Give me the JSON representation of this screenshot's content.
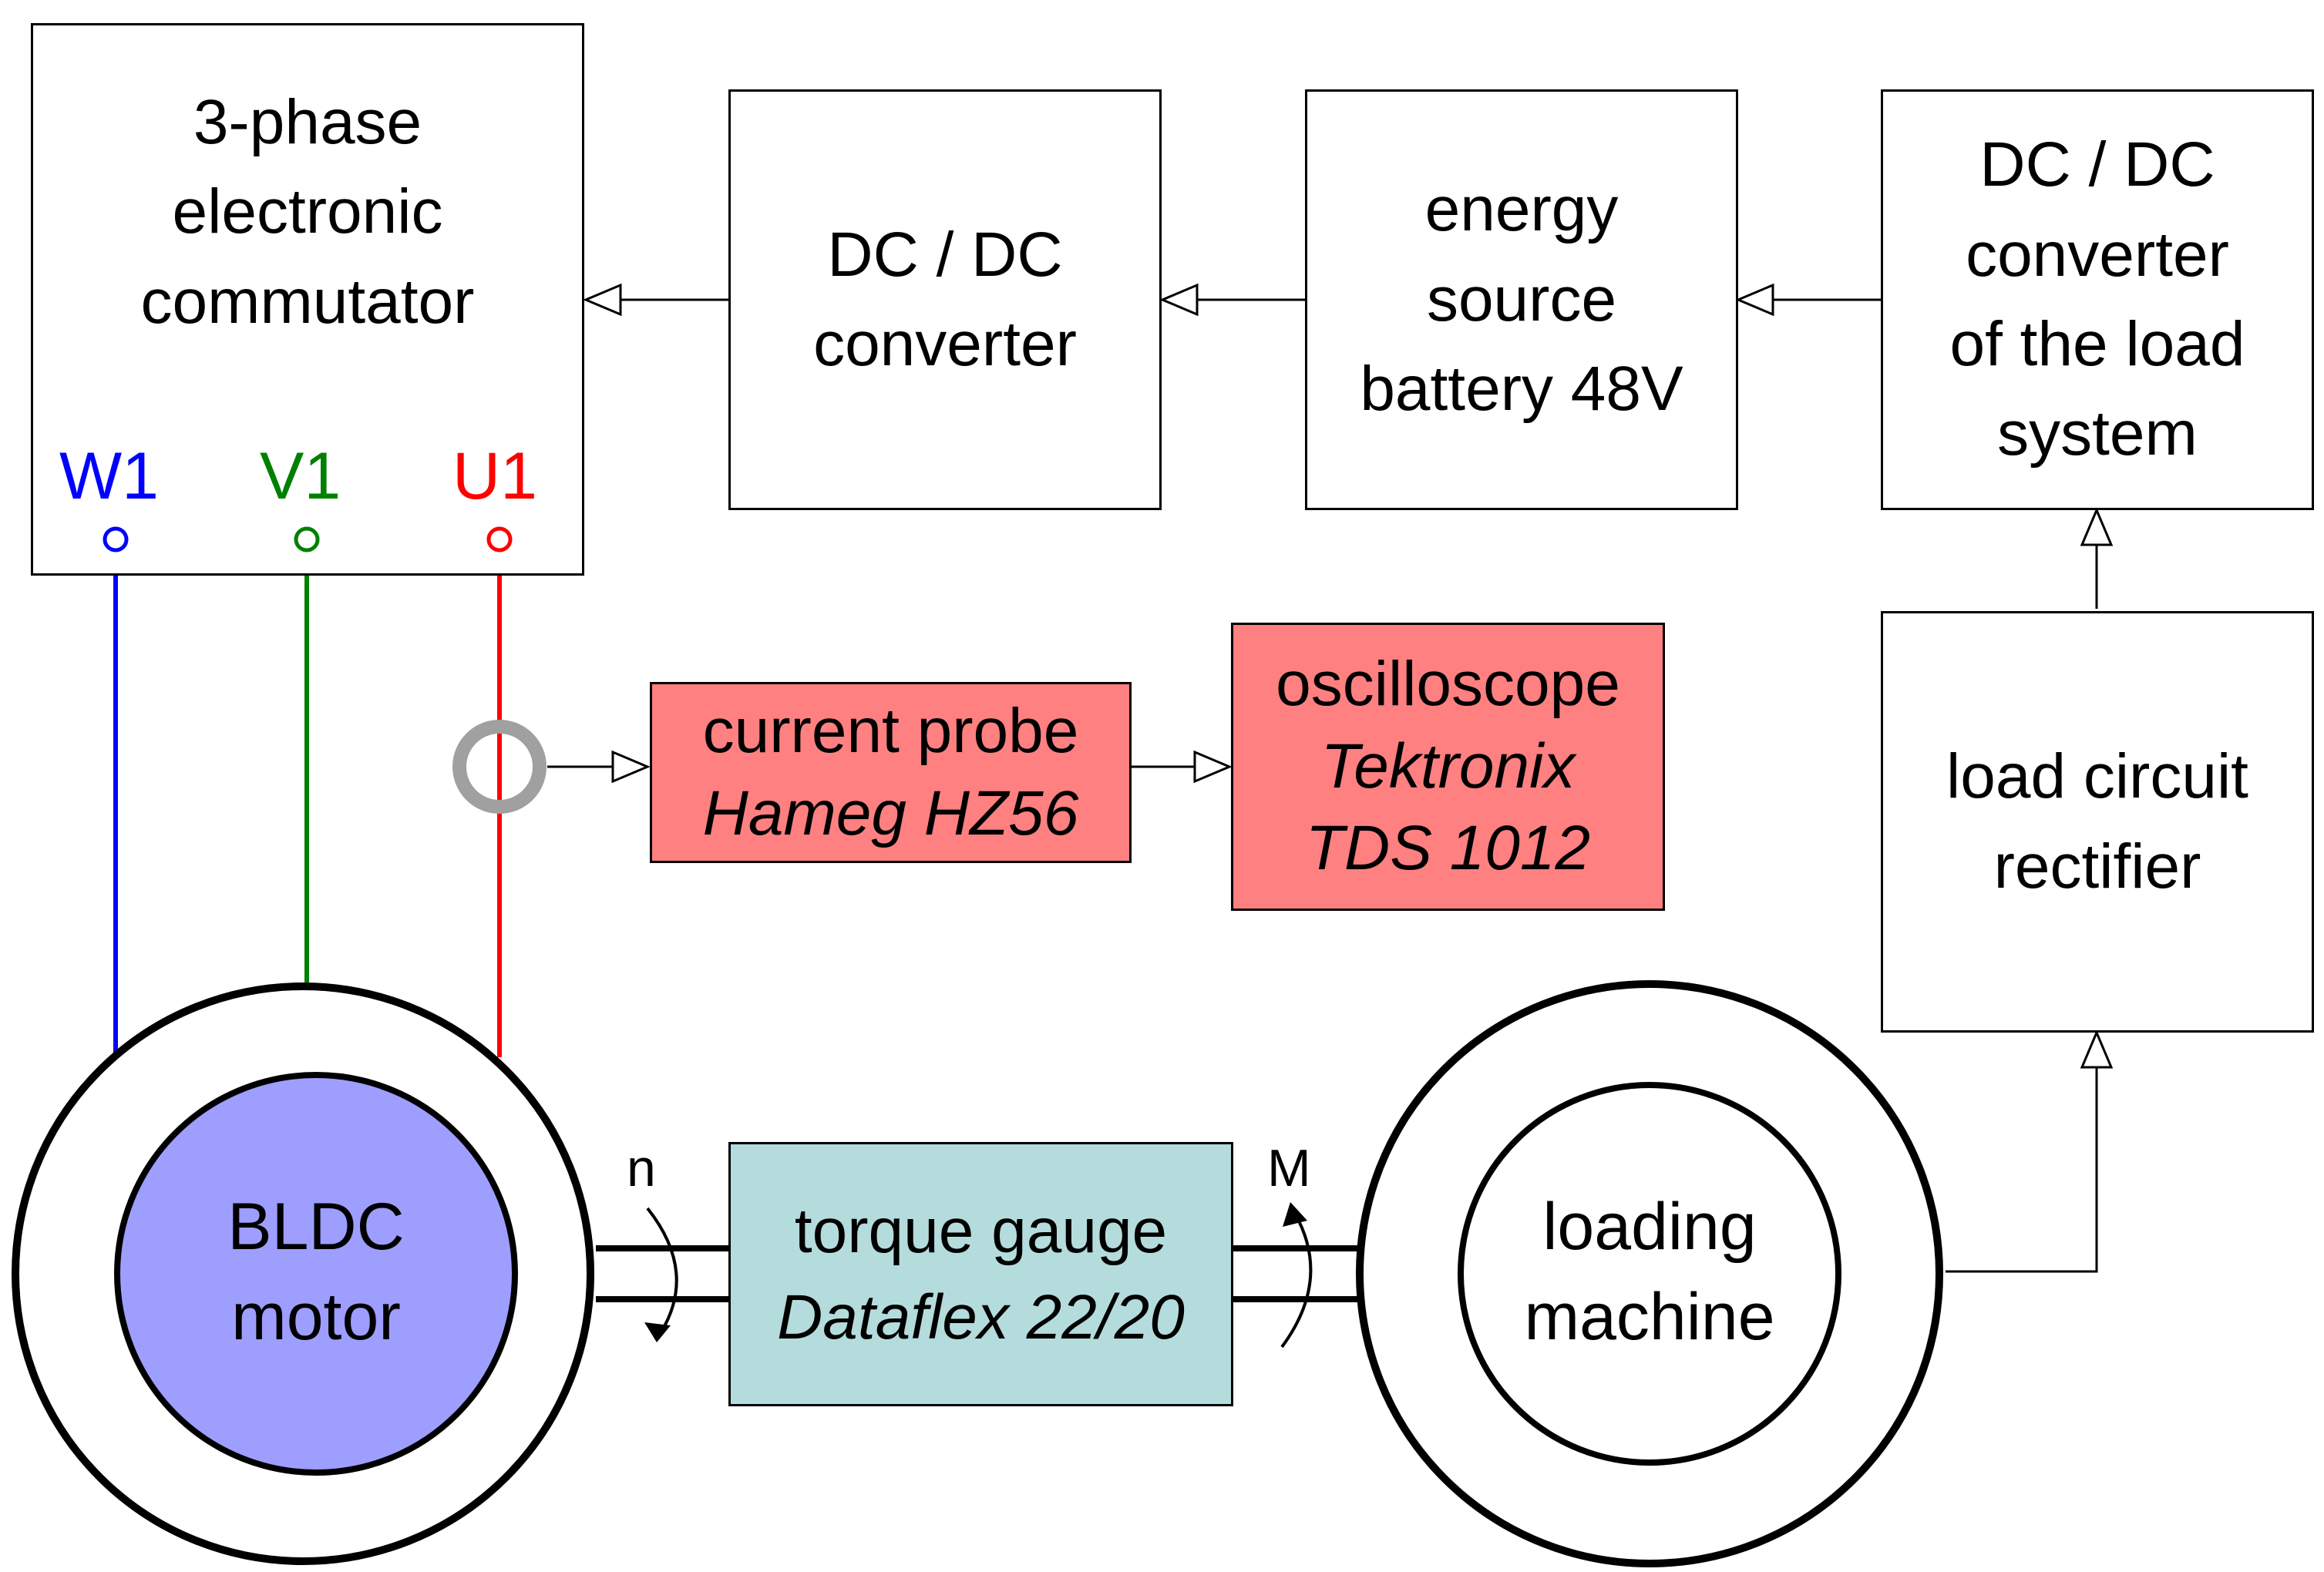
{
  "blocks": {
    "commutator": {
      "lines": [
        "3-phase",
        "electronic",
        "commutator"
      ]
    },
    "dcdc_main": {
      "lines": [
        "DC / DC",
        "converter"
      ]
    },
    "energy_source": {
      "lines": [
        "energy",
        "source",
        "battery 48V"
      ]
    },
    "dcdc_load": {
      "lines": [
        "DC / DC",
        "converter",
        "of the load",
        "system"
      ]
    },
    "rectifier": {
      "lines": [
        "load circuit",
        "rectifier"
      ]
    },
    "current_probe": {
      "lines": [
        "current probe",
        "Hameg HZ56"
      ]
    },
    "oscilloscope": {
      "lines": [
        "oscilloscope",
        "Tektronix",
        "TDS 1012"
      ]
    },
    "torque_gauge": {
      "lines": [
        "torque gauge",
        "Dataflex 22/20"
      ]
    }
  },
  "phases": {
    "w1": {
      "label": "W1",
      "color": "#0000ff"
    },
    "v1": {
      "label": "V1",
      "color": "#008000"
    },
    "u1": {
      "label": "U1",
      "color": "#ff0000"
    }
  },
  "machines": {
    "motor": {
      "lines": [
        "BLDC",
        "motor"
      ],
      "fill": "#9e9eff"
    },
    "loading": {
      "lines": [
        "loading",
        "machine"
      ]
    }
  },
  "shaft_labels": {
    "speed": "n",
    "torque": "M"
  },
  "colors": {
    "measurement_fill": "#ff8080",
    "torque_gauge_fill": "#b5dcdc",
    "probe_ring": "#a0a0a0"
  }
}
